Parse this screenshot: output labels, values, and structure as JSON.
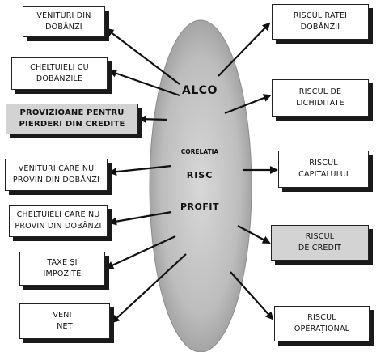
{
  "center": {
    "alco": "ALCO",
    "correlatia": "CORELAȚIA",
    "risc": "RISC",
    "profit": "PROFIT"
  },
  "left_boxes": [
    {
      "text": "VENITURI DIN\nDOBÂNZI"
    },
    {
      "text": "CHELTUIELI CU\nDOBÂNZILE"
    },
    {
      "text": "PROVIZIOANE PENTRU\nPIERDERI DIN CREDITE"
    },
    {
      "text": "VENITURI CARE NU\nPROVIN DIN DOBÂNZI"
    },
    {
      "text": "CHELTUIELI CARE NU\nPROVIN DIN DOBÂNZI"
    },
    {
      "text": "TAXE ȘI\nIMPOZITE"
    },
    {
      "text": "VENIT\nNET"
    }
  ],
  "right_boxes": [
    {
      "text": "RISCUL RATEI\nDOBÂNZII"
    },
    {
      "text": "RISCUL DE\nLICHIDITATE"
    },
    {
      "text": "RISCUL\nCAPITALULUI"
    },
    {
      "text": "RISCUL\nDE CREDIT"
    },
    {
      "text": "RISCUL\nOPERAȚIONAL"
    }
  ],
  "colors": {
    "ellipse_fill": "#bdbdbd",
    "ellipse_edge": "#8c8c8c",
    "gray_box": "#d3d3d3",
    "ink": "#111111"
  }
}
